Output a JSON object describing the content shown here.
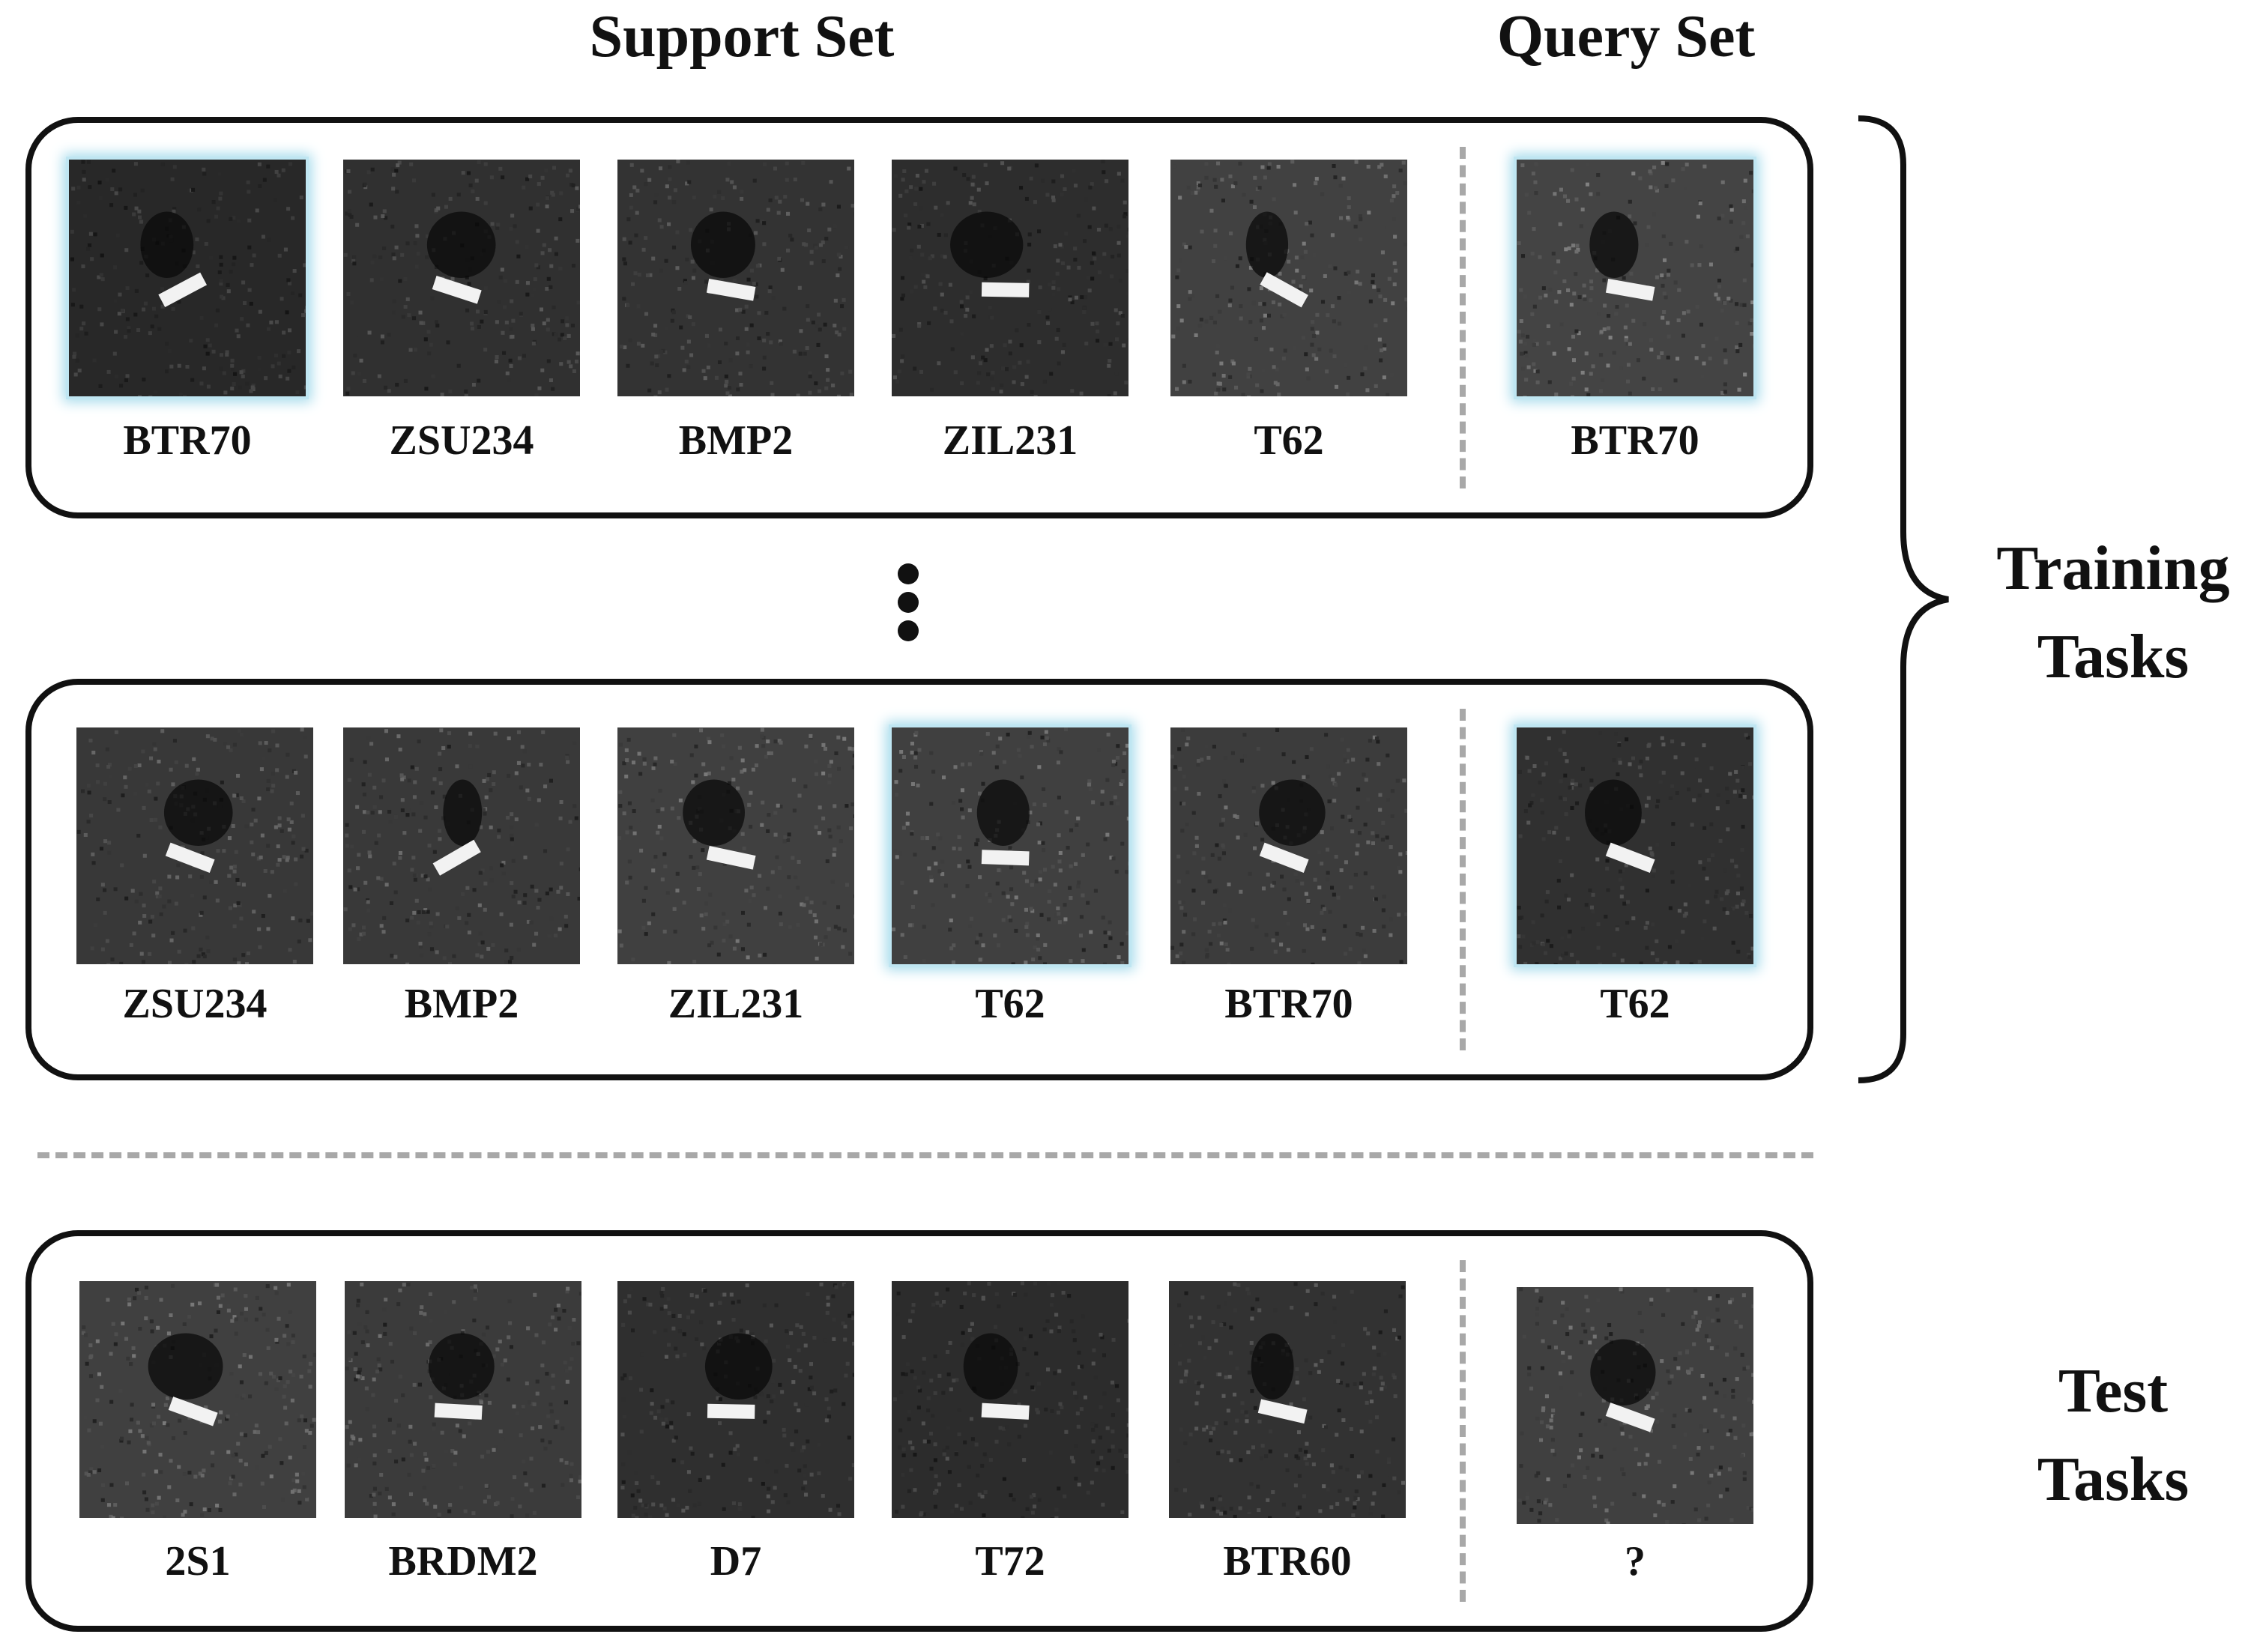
{
  "headers": {
    "support": "Support Set",
    "query": "Query Set"
  },
  "tasks": [
    {
      "support": [
        {
          "label": "BTR70",
          "highlighted": true
        },
        {
          "label": "ZSU234",
          "highlighted": false
        },
        {
          "label": "BMP2",
          "highlighted": false
        },
        {
          "label": "ZIL231",
          "highlighted": false
        },
        {
          "label": "T62",
          "highlighted": false
        }
      ],
      "query": {
        "label": "BTR70",
        "highlighted": true
      }
    },
    {
      "support": [
        {
          "label": "ZSU234",
          "highlighted": false
        },
        {
          "label": "BMP2",
          "highlighted": false
        },
        {
          "label": "ZIL231",
          "highlighted": false
        },
        {
          "label": "T62",
          "highlighted": true
        },
        {
          "label": "BTR70",
          "highlighted": false
        }
      ],
      "query": {
        "label": "T62",
        "highlighted": true
      }
    },
    {
      "support": [
        {
          "label": "2S1",
          "highlighted": false
        },
        {
          "label": "BRDM2",
          "highlighted": false
        },
        {
          "label": "D7",
          "highlighted": false
        },
        {
          "label": "T72",
          "highlighted": false
        },
        {
          "label": "BTR60",
          "highlighted": false
        }
      ],
      "query": {
        "label": "?",
        "highlighted": false
      }
    }
  ],
  "side_labels": {
    "training": [
      "Training",
      "Tasks"
    ],
    "test": [
      "Test",
      "Tasks"
    ]
  },
  "colors": {
    "highlight": "#a8dcec",
    "divider": "#a8a8a8",
    "border": "#111111"
  }
}
